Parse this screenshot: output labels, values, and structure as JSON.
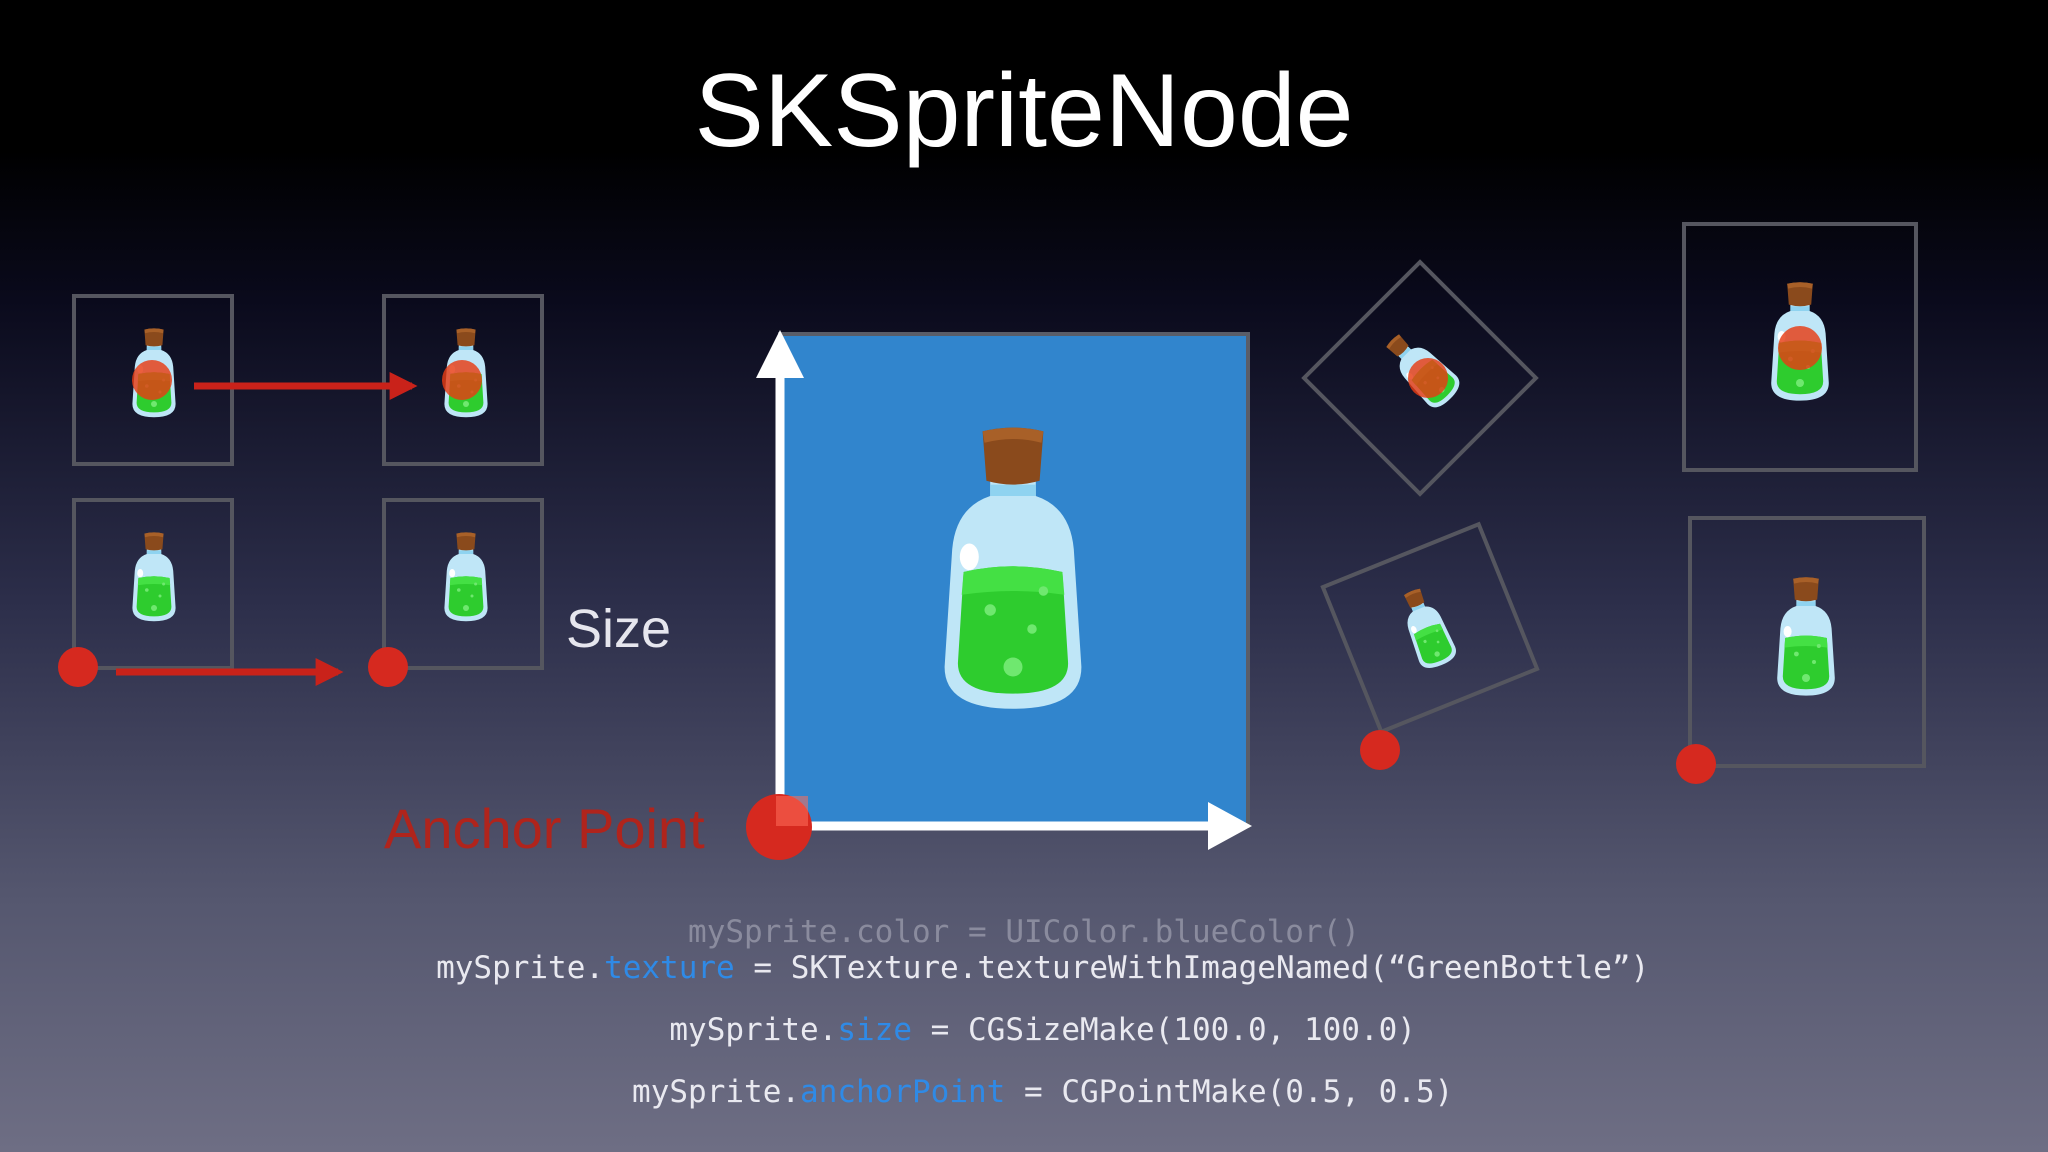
{
  "slide": {
    "title": "SKSpriteNode",
    "size_label": "Size",
    "anchor_label": "Anchor Point"
  },
  "code": {
    "line1_object": "mySprite.",
    "line1_property": "texture",
    "line1_rest": " = SKTexture.textureWithImageNamed(“GreenBottle”)",
    "line1_ghost": "mySprite.color = UIColor.blueColor()",
    "line2_object": "mySprite.",
    "line2_property": "size",
    "line2_rest": " = CGSizeMake(100.0, 100.0)",
    "line3_object": "mySprite.",
    "line3_property": "anchorPoint",
    "line3_rest": " = CGPointMake(0.5, 0.5)"
  },
  "colors": {
    "accent_blue": "#2f8ae6",
    "anchor_red": "#d6291f",
    "sprite_background": "#3185cd",
    "frame_gray": "#55565f"
  },
  "icons": {
    "sprite": "potion-bottle-icon",
    "arrow": "arrow-right-icon"
  }
}
